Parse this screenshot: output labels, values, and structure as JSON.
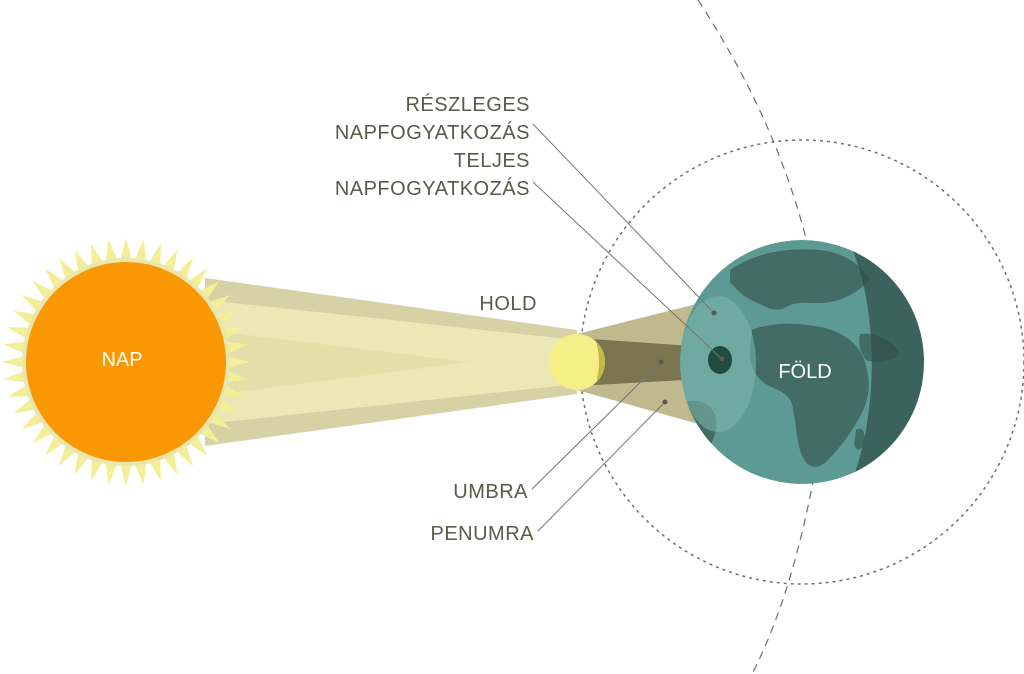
{
  "labels": {
    "sun": "NAP",
    "moon": "HOLD",
    "earth": "FÖLD",
    "partial_line1": "RÉSZLEGES",
    "partial_line2": "NAPFOGYATKOZÁS",
    "total_line1": "TELJES",
    "total_line2": "NAPFOGYATKOZÁS",
    "umbra": "UMBRA",
    "penumbra": "PENUMRA"
  },
  "colors": {
    "sun_fill": "#fa9804",
    "sun_rays": "#f3ee98",
    "sun_edge": "#e9e7ad",
    "moon_fill": "#f6ef88",
    "moon_shadow": "#c2b94a",
    "light_beam": "#ece9b6",
    "light_beam_dark": "#d2cf9c",
    "umbra": "#6e6a48",
    "penumbra": "#b6b089",
    "earth_ocean": "#5c9a93",
    "earth_land": "#40645f",
    "earth_night": "#2f4c48",
    "penumbra_spot": "#71aaa2",
    "umbra_spot": "#1f4d40",
    "text": "#5b5a48"
  }
}
